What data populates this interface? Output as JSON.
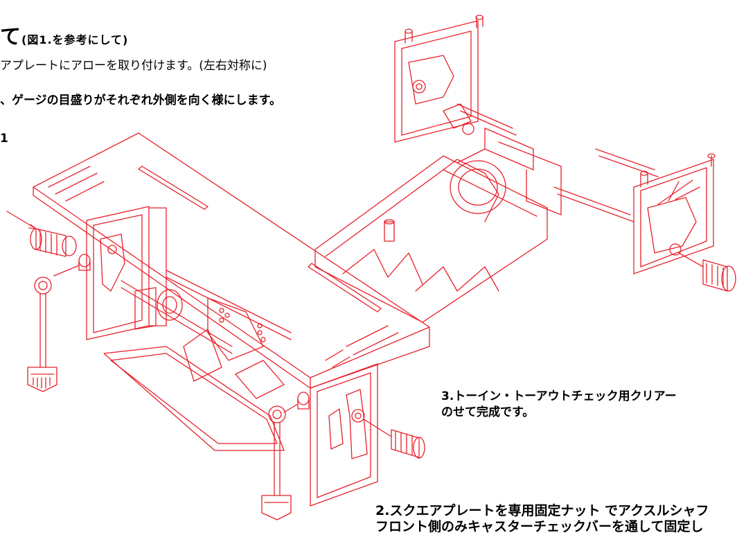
{
  "heading": {
    "big": "て",
    "small": "(図1.を参考にして)"
  },
  "instructions": {
    "step1_line1": "アプレートにアローを取り付けます。(左右対称に)",
    "step1_line2": "、ゲージの目盛りがそれぞれ外側を向く様にします。",
    "figure_label": "1",
    "step3_line1": "3.トーイン・トーアウトチェック用クリアー",
    "step3_line2": "のせて完成です。",
    "step2_line1": "2.スクエアプレートを専用固定ナット でアクスルシャフ",
    "step2_line2": "フロント側のみキャスターチェックバーを通して固定し"
  },
  "colors": {
    "line": "#e8202a",
    "text": "#000000",
    "background": "#ffffff"
  }
}
